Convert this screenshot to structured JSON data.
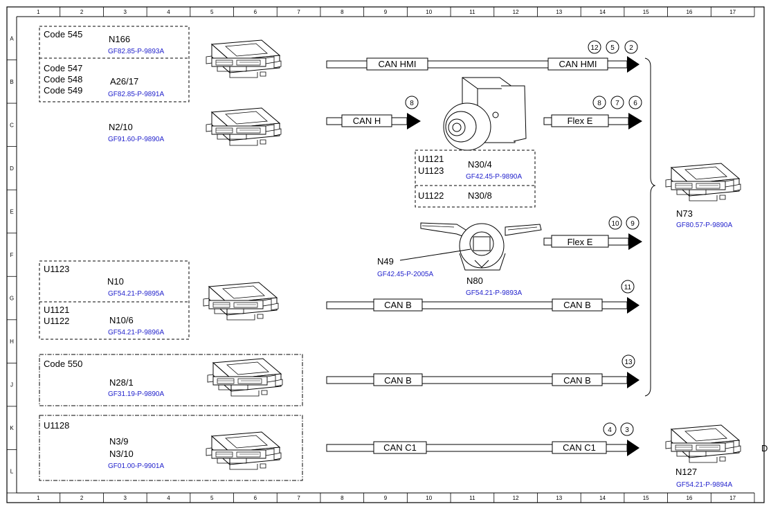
{
  "frame": {
    "columns": [
      "1",
      "2",
      "3",
      "4",
      "5",
      "6",
      "7",
      "8",
      "9",
      "10",
      "11",
      "12",
      "13",
      "14",
      "15",
      "16",
      "17"
    ],
    "rows": [
      "A",
      "B",
      "C",
      "D",
      "E",
      "F",
      "G",
      "H",
      "J",
      "K",
      "L"
    ]
  },
  "groups": {
    "g1_codes_a": "Code 545",
    "g1_codes_b": [
      "Code 547",
      "Code 548",
      "Code 549"
    ],
    "g4_codes_a": "U1123",
    "g4_codes_b": [
      "U1121",
      "U1122"
    ],
    "g5_code": "Code 550",
    "g6_code": "U1128",
    "n30_codes_a": [
      "U1121",
      "U1123"
    ],
    "n30_codes_b": "U1122"
  },
  "components": {
    "n166": {
      "name": "N166",
      "ref": "GF82.85-P-9893A"
    },
    "a26_17": {
      "name": "A26/17",
      "ref": "GF82.85-P-9891A"
    },
    "n2_10": {
      "name": "N2/10",
      "ref": "GF91.60-P-9890A"
    },
    "n30_4": {
      "name": "N30/4",
      "ref": "GF42.45-P-9890A"
    },
    "n30_8": {
      "name": "N30/8"
    },
    "n49": {
      "name": "N49",
      "ref": "GF42.45-P-2005A"
    },
    "n80": {
      "name": "N80",
      "ref": "GF54.21-P-9893A"
    },
    "n10": {
      "name": "N10",
      "ref": "GF54.21-P-9895A"
    },
    "n10_6": {
      "name": "N10/6",
      "ref": "GF54.21-P-9896A"
    },
    "n28_1": {
      "name": "N28/1",
      "ref": "GF31.19-P-9890A"
    },
    "n3_9": {
      "name": "N3/9"
    },
    "n3_10": {
      "name": "N3/10",
      "ref": "GF01.00-P-9901A"
    },
    "n73": {
      "name": "N73",
      "ref": "GF80.57-P-9890A"
    },
    "n127": {
      "name": "N127",
      "ref": "GF54.21-P-9894A"
    }
  },
  "buses": {
    "can_hmi_left": "CAN HMI",
    "can_hmi_right": "CAN HMI",
    "can_h": "CAN H",
    "flex_e_1": "Flex E",
    "flex_e_2": "Flex E",
    "can_b_1_left": "CAN B",
    "can_b_1_right": "CAN B",
    "can_b_2_left": "CAN B",
    "can_b_2_right": "CAN B",
    "can_c1_left": "CAN C1",
    "can_c1_right": "CAN C1"
  },
  "markers": {
    "hmi": [
      "12",
      "5",
      "2"
    ],
    "can_h": [
      "8"
    ],
    "flex_e_1": [
      "8",
      "7",
      "6"
    ],
    "flex_e_2": [
      "10",
      "9"
    ],
    "can_b_1": [
      "11"
    ],
    "can_b_2": [
      "13"
    ],
    "can_c1": [
      "4",
      "3"
    ]
  },
  "edge_text": "D"
}
